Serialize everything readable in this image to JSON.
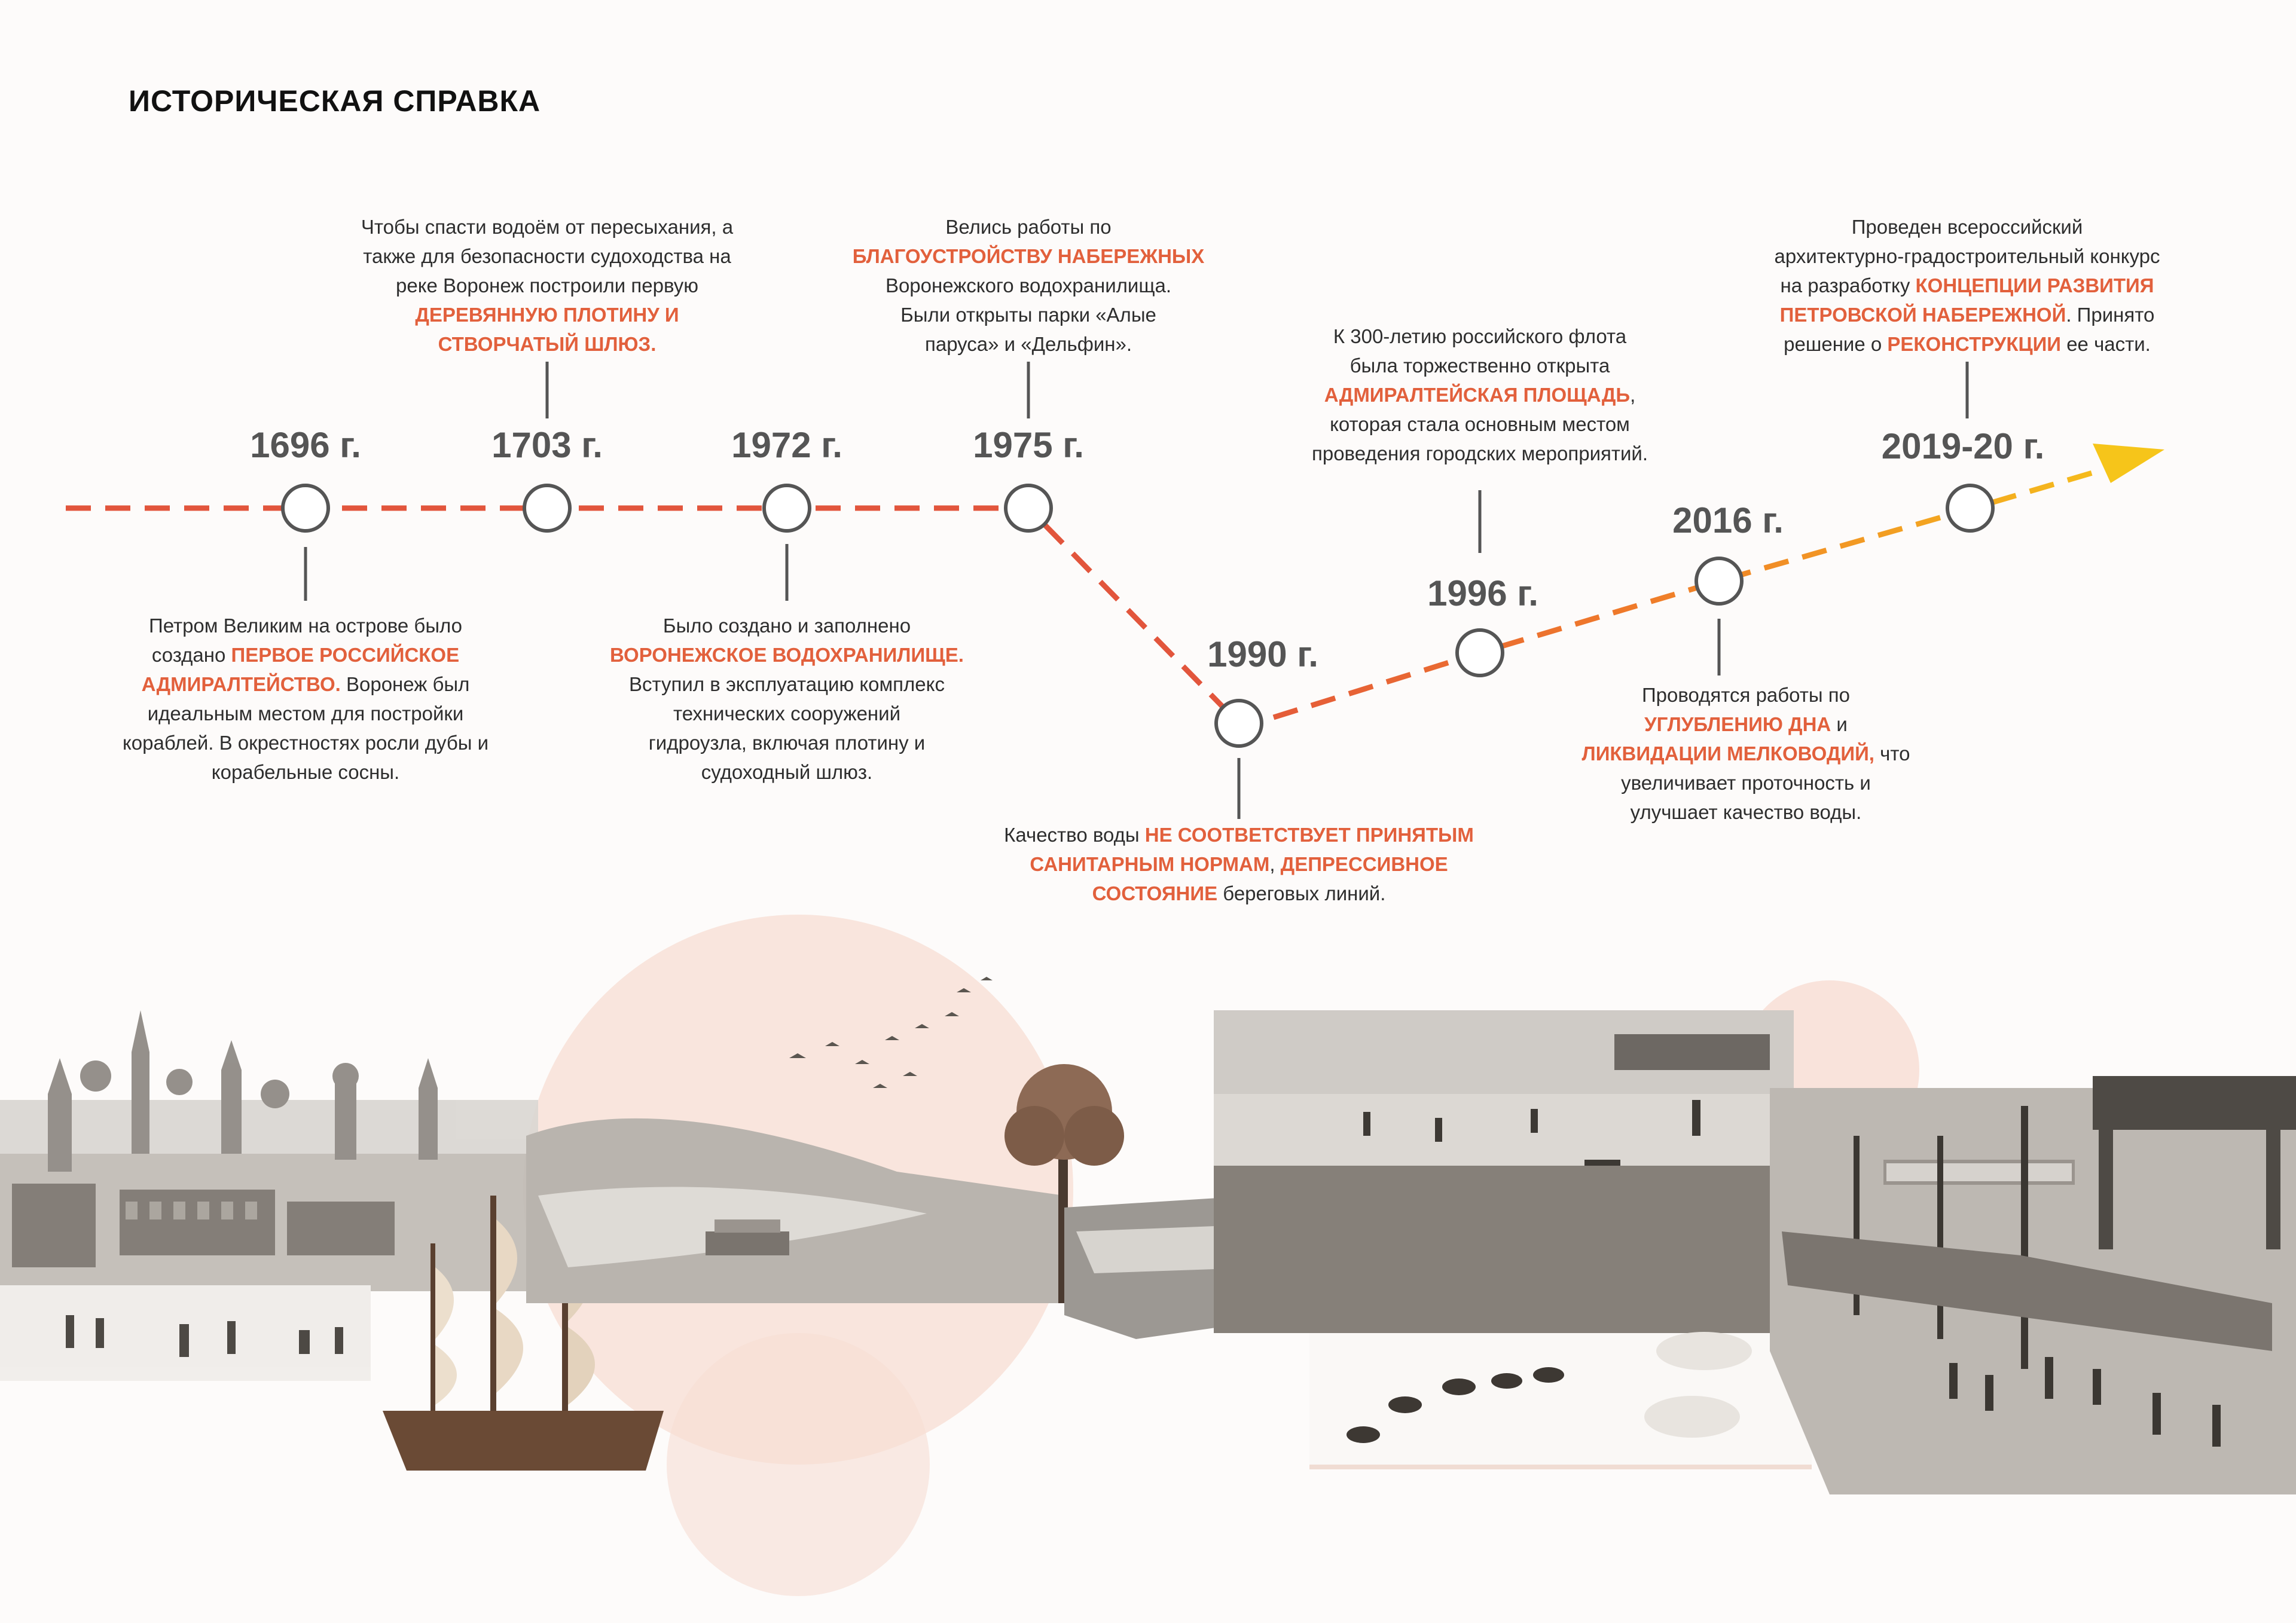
{
  "title": "ИСТОРИЧЕСКАЯ СПРАВКА",
  "colors": {
    "line_start": "#e2553c",
    "line_mid": "#ef7a2a",
    "line_end": "#f6c51a",
    "highlight": "#e2603c",
    "node_stroke": "#555555",
    "year_text": "#555555"
  },
  "events": [
    {
      "year": "1696 г.",
      "lines": [
        [
          {
            "t": "Петром Великим на острове было"
          }
        ],
        [
          {
            "t": "создано "
          },
          {
            "t": "ПЕРВОЕ РОССИЙСКОЕ",
            "hl": true
          }
        ],
        [
          {
            "t": "АДМИРАЛТЕЙСТВО.",
            "hl": true
          },
          {
            "t": " Воронеж был"
          }
        ],
        [
          {
            "t": "идеальным местом для постройки"
          }
        ],
        [
          {
            "t": "кораблей.  В окрестностях росли дубы и"
          }
        ],
        [
          {
            "t": "корабельные сосны."
          }
        ]
      ]
    },
    {
      "year": "1703 г.",
      "lines": [
        [
          {
            "t": "Чтобы спасти водоём от пересыхания, а"
          }
        ],
        [
          {
            "t": "также для безопасности судоходства на"
          }
        ],
        [
          {
            "t": "реке Воронеж построили первую"
          }
        ],
        [
          {
            "t": "ДЕРЕВЯННУЮ ПЛОТИНУ И",
            "hl": true
          }
        ],
        [
          {
            "t": "СТВОРЧАТЫЙ ШЛЮЗ.",
            "hl": true
          }
        ]
      ]
    },
    {
      "year": "1972 г.",
      "lines": [
        [
          {
            "t": "Было создано и заполнено"
          }
        ],
        [
          {
            "t": "ВОРОНЕЖСКОЕ ВОДОХРАНИЛИЩЕ.",
            "hl": true
          }
        ],
        [
          {
            "t": "Вступил в эксплуатацию комплекс"
          }
        ],
        [
          {
            "t": "технических сооружений"
          }
        ],
        [
          {
            "t": "гидроузла, включая плотину и"
          }
        ],
        [
          {
            "t": "судоходный шлюз."
          }
        ]
      ]
    },
    {
      "year": "1975 г.",
      "lines": [
        [
          {
            "t": "Велись работы по"
          }
        ],
        [
          {
            "t": "БЛАГОУСТРОЙСТВУ НАБЕРЕЖНЫХ",
            "hl": true
          }
        ],
        [
          {
            "t": "Воронежского водохранилища."
          }
        ],
        [
          {
            "t": "Были открыты парки «Алые"
          }
        ],
        [
          {
            "t": "паруса» и «Дельфин»."
          }
        ]
      ]
    },
    {
      "year": "1990 г.",
      "lines": [
        [
          {
            "t": "Качество воды "
          },
          {
            "t": "НЕ СООТВЕТСТВУЕТ ПРИНЯТЫМ",
            "hl": true
          }
        ],
        [
          {
            "t": "САНИТАРНЫМ НОРМАМ",
            "hl": true
          },
          {
            "t": ", "
          },
          {
            "t": "ДЕПРЕССИВНОЕ",
            "hl": true
          }
        ],
        [
          {
            "t": "СОСТОЯНИЕ",
            "hl": true
          },
          {
            "t": " береговых линий."
          }
        ]
      ]
    },
    {
      "year": "1996 г.",
      "lines": [
        [
          {
            "t": "К 300-летию российского флота"
          }
        ],
        [
          {
            "t": "была торжественно открыта"
          }
        ],
        [
          {
            "t": "АДМИРАЛТЕЙСКАЯ ПЛОЩАДЬ",
            "hl": true
          },
          {
            "t": ","
          }
        ],
        [
          {
            "t": "которая стала основным местом"
          }
        ],
        [
          {
            "t": "проведения городских мероприятий."
          }
        ]
      ]
    },
    {
      "year": "2016 г.",
      "lines": [
        [
          {
            "t": "Проводятся работы по"
          }
        ],
        [
          {
            "t": "УГЛУБЛЕНИЮ ДНА",
            "hl": true
          },
          {
            "t": " и"
          }
        ],
        [
          {
            "t": "ЛИКВИДАЦИИ МЕЛКОВОДИЙ,",
            "hl": true
          },
          {
            "t": " что"
          }
        ],
        [
          {
            "t": "увеличивает проточность и"
          }
        ],
        [
          {
            "t": "улучшает качество воды."
          }
        ]
      ]
    },
    {
      "year": "2019-20 г.",
      "lines": [
        [
          {
            "t": "Проведен всероссийский"
          }
        ],
        [
          {
            "t": "архитектурно-градостроительный конкурс"
          }
        ],
        [
          {
            "t": "на разработку "
          },
          {
            "t": "КОНЦЕПЦИИ РАЗВИТИЯ",
            "hl": true
          }
        ],
        [
          {
            "t": "ПЕТРОВСКОЙ НАБЕРЕЖНОЙ",
            "hl": true
          },
          {
            "t": ". Принято"
          }
        ],
        [
          {
            "t": "решение о "
          },
          {
            "t": "РЕКОНСТРУКЦИИ",
            "hl": true
          },
          {
            "t": " ее части."
          }
        ]
      ]
    }
  ]
}
